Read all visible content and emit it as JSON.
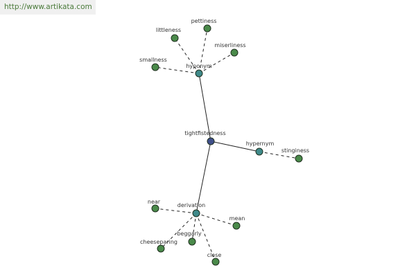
{
  "site_link": {
    "text": "http://www.artikata.com"
  },
  "colors": {
    "root_node": "#3f4f8a",
    "relation_node": "#3f8a8a",
    "leaf_node": "#4a8a4a",
    "edge": "#222222",
    "link_text": "#4a7a3a"
  },
  "graph": {
    "root": {
      "id": "root",
      "label": "tightfistedness",
      "kind": "root"
    },
    "relations": [
      {
        "id": "hyponym",
        "label": "hyponym",
        "kind": "relation"
      },
      {
        "id": "hypernym",
        "label": "hypernym",
        "kind": "relation"
      },
      {
        "id": "derivation",
        "label": "derivation",
        "kind": "relation"
      }
    ],
    "leaves": [
      {
        "id": "pettiness",
        "label": "pettiness",
        "parent": "hyponym"
      },
      {
        "id": "littleness",
        "label": "littleness",
        "parent": "hyponym"
      },
      {
        "id": "miserliness",
        "label": "miserliness",
        "parent": "hyponym"
      },
      {
        "id": "smallness",
        "label": "smallness",
        "parent": "hyponym"
      },
      {
        "id": "stinginess",
        "label": "stinginess",
        "parent": "hypernym"
      },
      {
        "id": "near",
        "label": "near",
        "parent": "derivation"
      },
      {
        "id": "mean",
        "label": "mean",
        "parent": "derivation"
      },
      {
        "id": "beggarly",
        "label": "beggarly",
        "parent": "derivation"
      },
      {
        "id": "cheeseparing",
        "label": "cheeseparing",
        "parent": "derivation"
      },
      {
        "id": "close",
        "label": "close",
        "parent": "derivation"
      }
    ]
  }
}
